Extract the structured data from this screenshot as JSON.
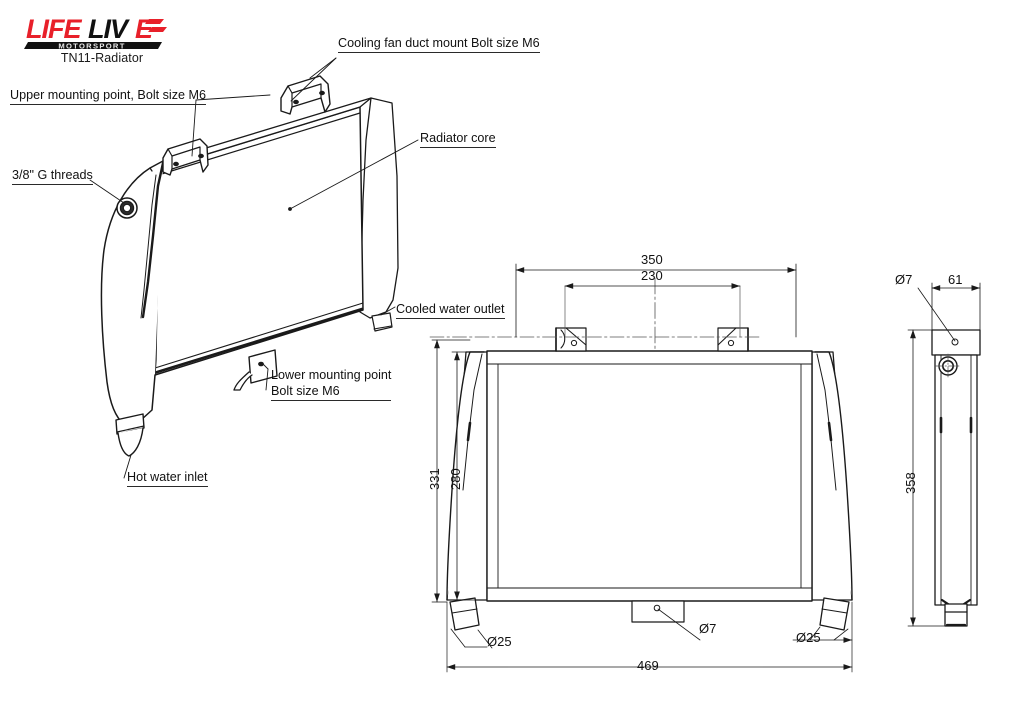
{
  "document": {
    "title": "TN11-Radiator",
    "sheet_background": "#ffffff",
    "line_color": "#1a1a1a"
  },
  "brand": {
    "name_part1": "LIFE",
    "name_part2": "LIV",
    "name_part3": "E",
    "tagline": "MOTORSPORT",
    "color_red": "#e8202a",
    "color_black": "#111111"
  },
  "callouts": {
    "cooling_fan_duct": "Cooling fan duct mount Bolt size M6",
    "upper_mounting": "Upper mounting point, Bolt size M6",
    "g_threads": "3/8\" G threads",
    "radiator_core": "Radiator core",
    "cooled_water_outlet": "Cooled water outlet",
    "lower_mounting_line1": "Lower mounting point",
    "lower_mounting_line2": "Bolt size M6",
    "hot_water_inlet": "Hot water inlet"
  },
  "front_view": {
    "dim_top_outer": "350",
    "dim_top_inner": "230",
    "dim_height_outer": "331",
    "dim_height_inner": "280",
    "dim_width_overall": "469",
    "dim_hole_center": "Ø7",
    "dim_port_left": "Ø25",
    "dim_port_right": "Ø25"
  },
  "side_view": {
    "dim_hole": "Ø7",
    "dim_depth": "61",
    "dim_height": "358"
  }
}
